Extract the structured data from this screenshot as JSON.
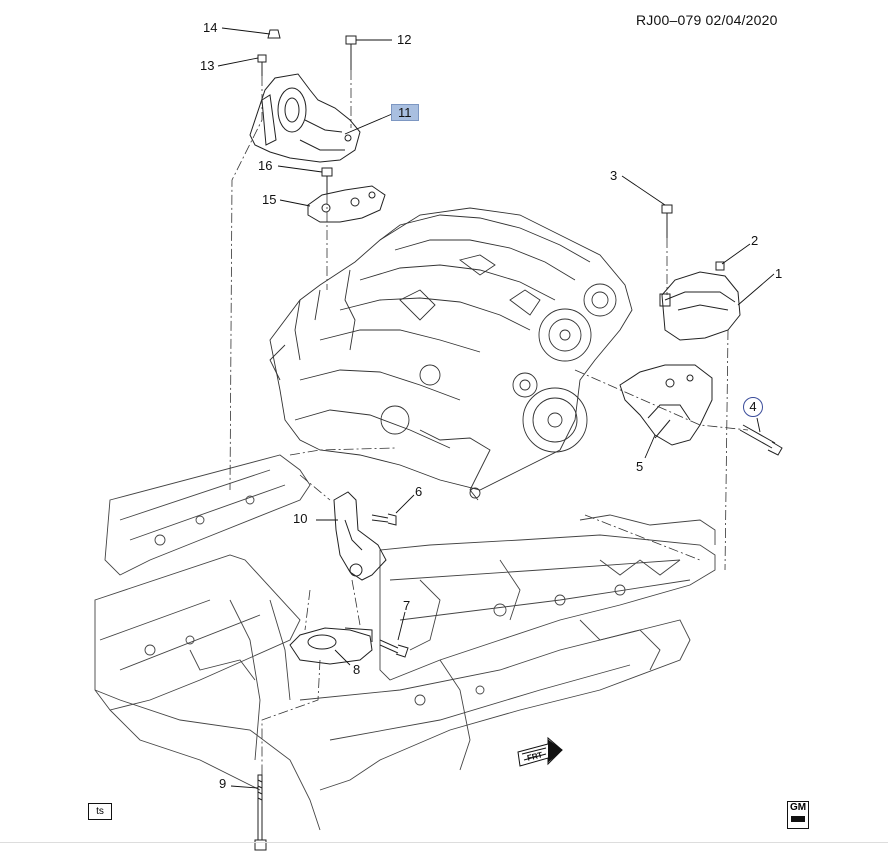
{
  "diagram": {
    "document_code": "RJ00–079  02/04/2020",
    "corner_badge": "ts",
    "logo_text": "GM",
    "callouts": [
      {
        "id": "1",
        "label": "1"
      },
      {
        "id": "2",
        "label": "2"
      },
      {
        "id": "3",
        "label": "3"
      },
      {
        "id": "4",
        "label": "4"
      },
      {
        "id": "5",
        "label": "5"
      },
      {
        "id": "6",
        "label": "6"
      },
      {
        "id": "7",
        "label": "7"
      },
      {
        "id": "8",
        "label": "8"
      },
      {
        "id": "9",
        "label": "9"
      },
      {
        "id": "10",
        "label": "10"
      },
      {
        "id": "11",
        "label": "11"
      },
      {
        "id": "12",
        "label": "12"
      },
      {
        "id": "13",
        "label": "13"
      },
      {
        "id": "14",
        "label": "14"
      },
      {
        "id": "15",
        "label": "15"
      },
      {
        "id": "16",
        "label": "16"
      }
    ],
    "front_arrow_text": "FRT",
    "colors": {
      "highlight": "#a9bfe0",
      "circle": "#3a4c9a",
      "line": "#111111"
    }
  }
}
